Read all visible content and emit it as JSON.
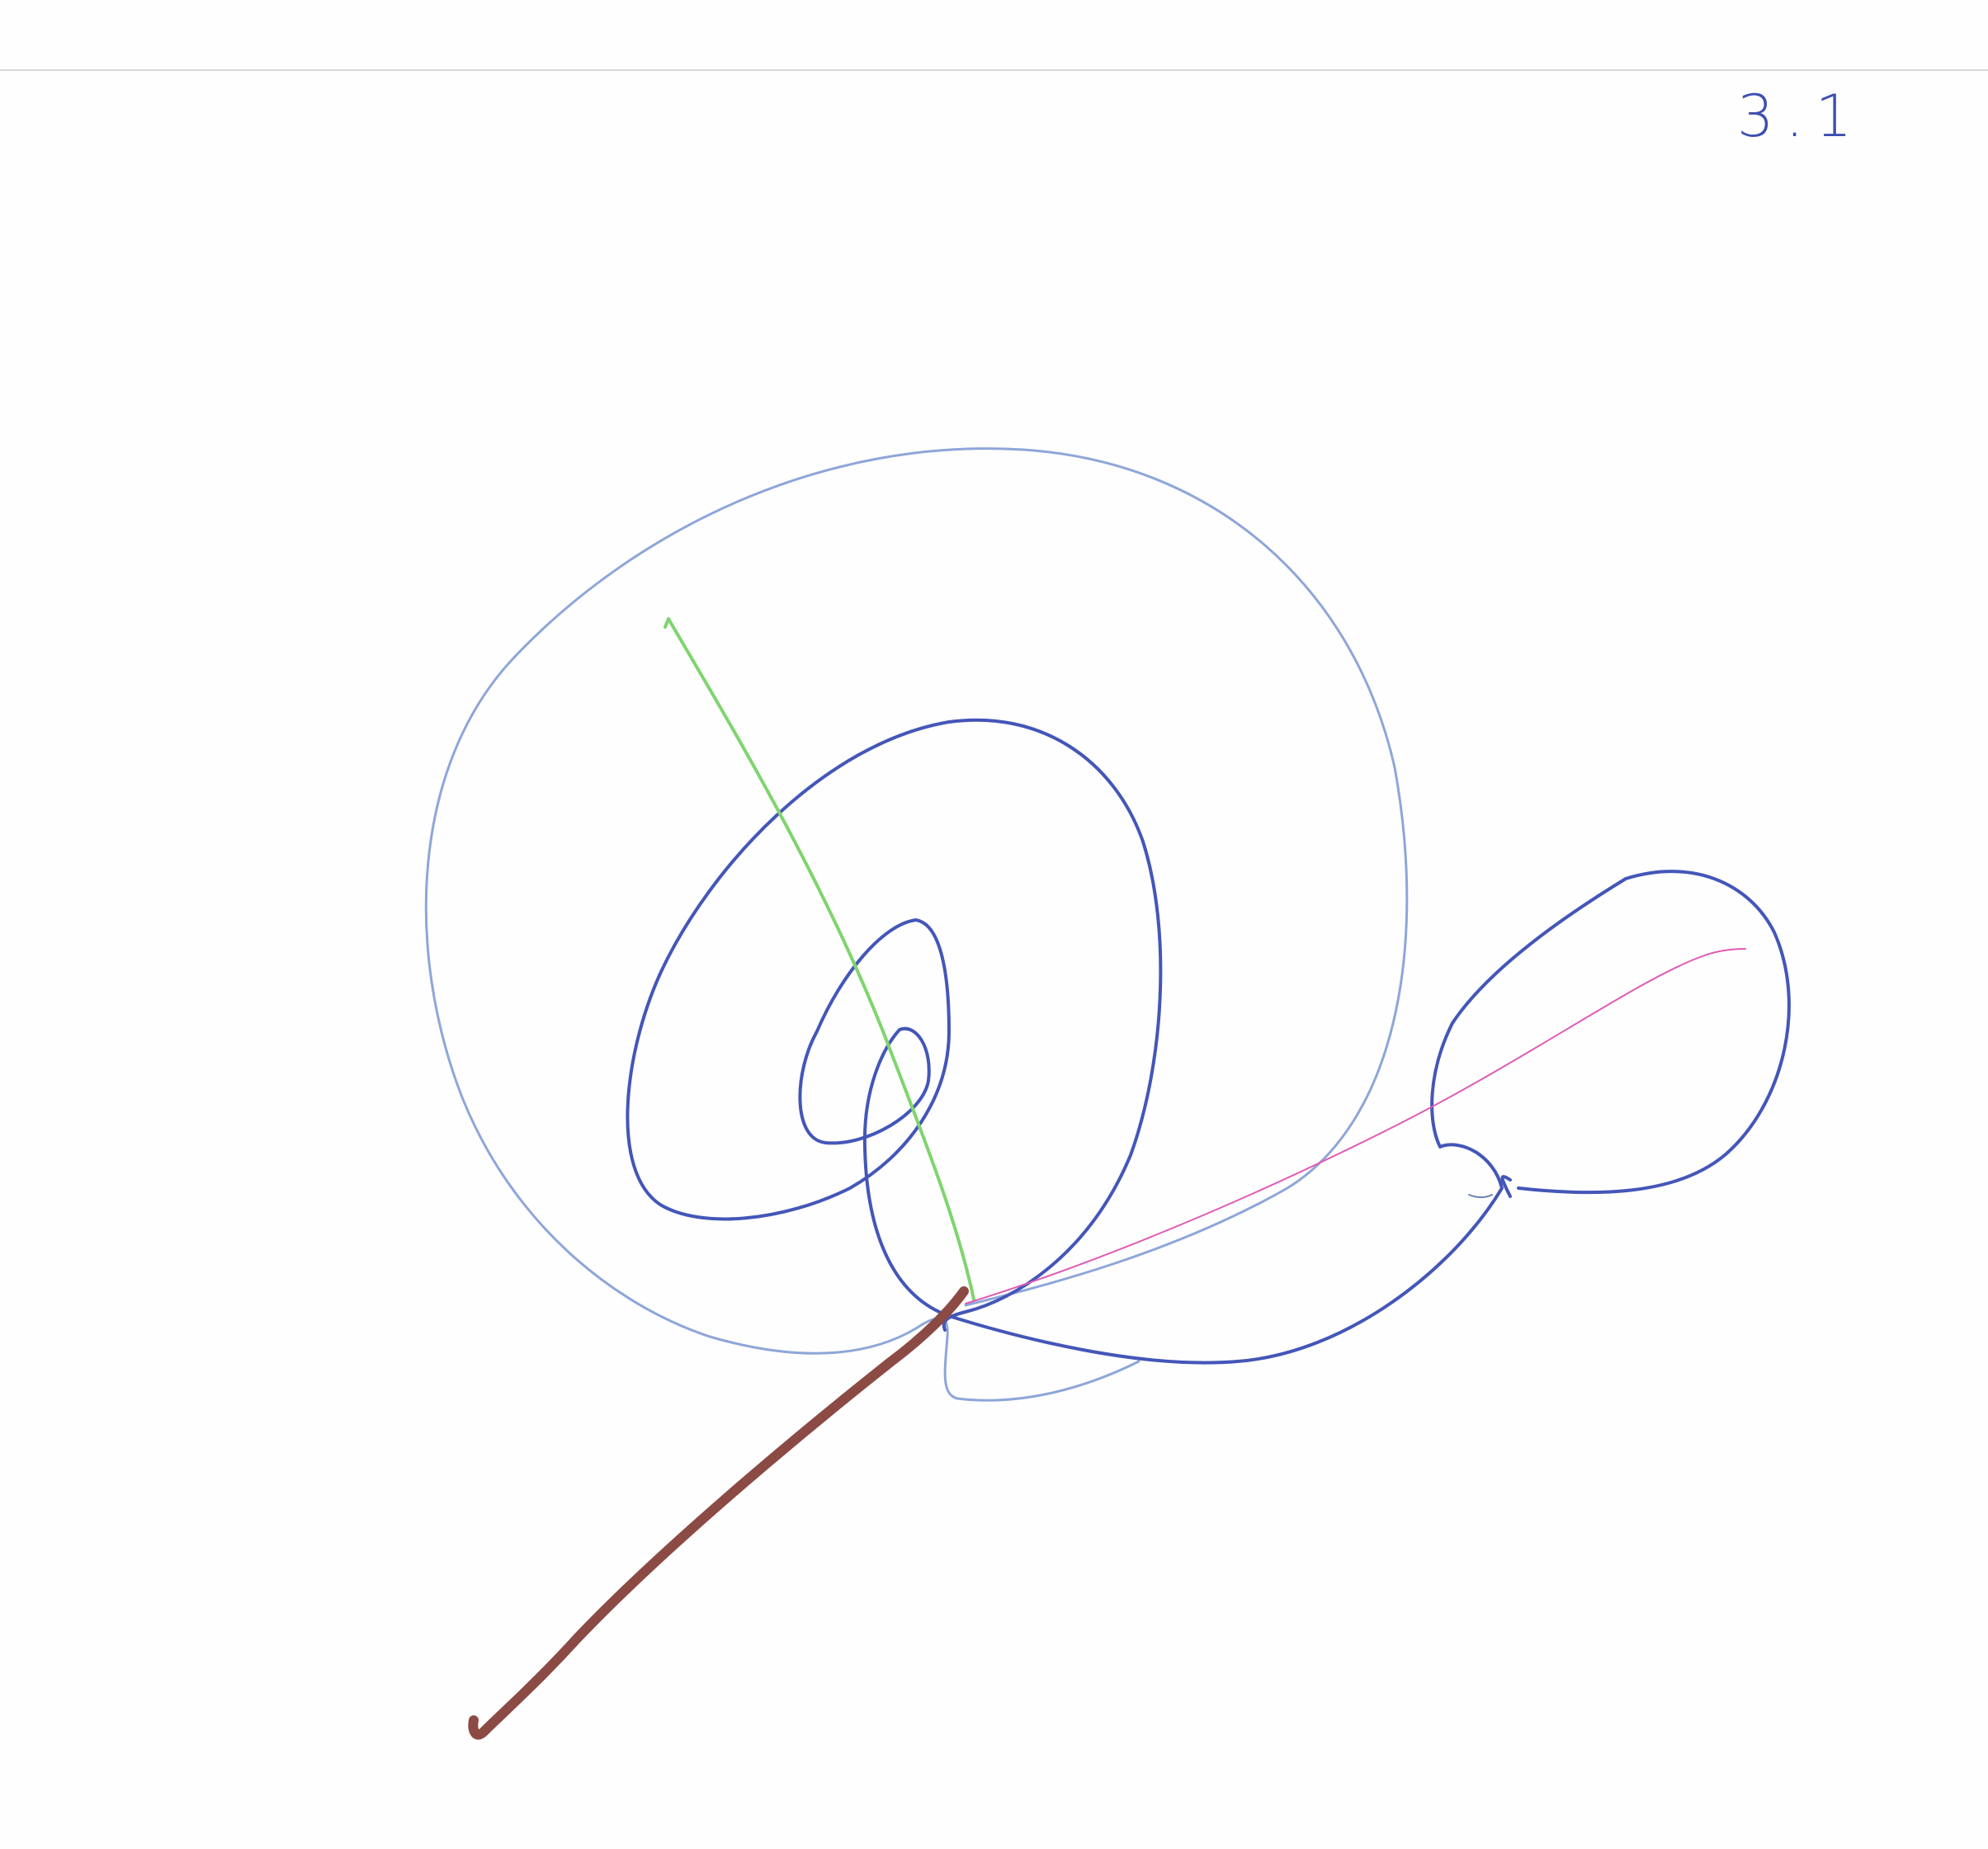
{
  "page": {
    "number_label": "3.1"
  },
  "strokes": [
    {
      "name": "outer-pale-blue-loop",
      "color": "#8ea6d8"
    },
    {
      "name": "inner-blue-spiral",
      "color": "#4456b8"
    },
    {
      "name": "green-stroke",
      "color": "#7fd46e"
    },
    {
      "name": "pink-stroke",
      "color": "#e05ab4"
    },
    {
      "name": "brown-stroke",
      "color": "#8c4a45"
    }
  ]
}
